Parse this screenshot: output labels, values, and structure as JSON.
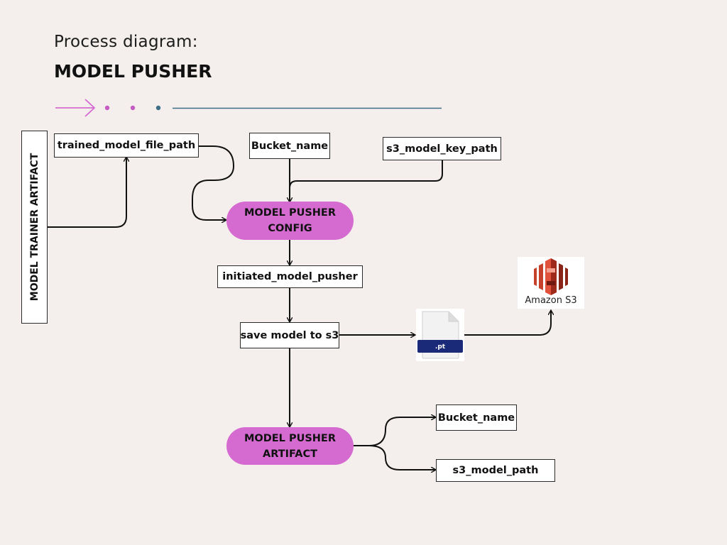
{
  "header": {
    "subtitle": "Process diagram:",
    "title": "MODEL PUSHER"
  },
  "nodes": {
    "model_trainer_artifact": "MODEL TRAINER ARTIFACT",
    "trained_model_file_path": "trained_model_file_path",
    "bucket_name_input": "Bucket_name",
    "s3_model_key_path": "s3_model_key_path",
    "model_pusher_config": "MODEL PUSHER CONFIG",
    "initiated_model_pusher": "initiated_model_pusher",
    "save_model_to_s3": "save model to s3",
    "file_extension": ".pt",
    "amazon_s3": "Amazon S3",
    "model_pusher_artifact": "MODEL PUSHER ARTIFACT",
    "bucket_name_output": "Bucket_name",
    "s3_model_path": "s3_model_path"
  },
  "colors": {
    "background": "#f4efec",
    "pill": "#d56bd0",
    "decor_arrow": "#d56bd0",
    "decor_dot_pink": "#c45bc0",
    "decor_dot_teal": "#3f6f86",
    "s3_red": "#c7402a",
    "file_band": "#1a2a78"
  }
}
